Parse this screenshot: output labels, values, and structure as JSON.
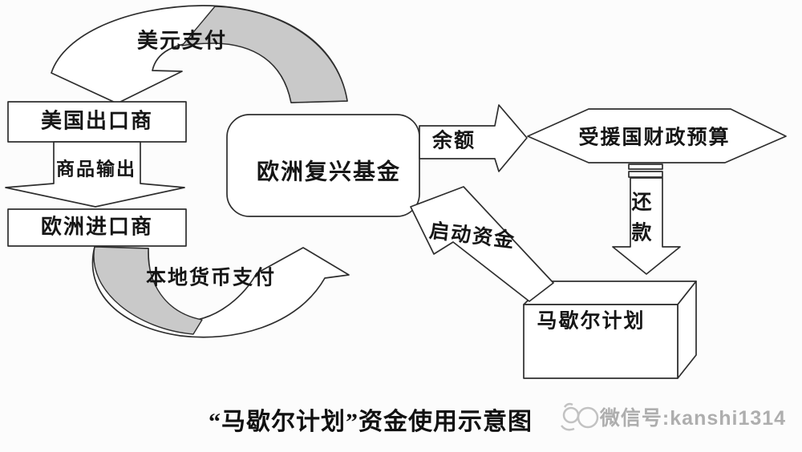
{
  "diagram": {
    "title": "“马歇尔计划”资金使用示意图",
    "watermark": {
      "label": "微信号:kanshi1314"
    },
    "nodes": {
      "us_exporter": {
        "label": "美国出口商"
      },
      "eu_importer": {
        "label": "欧洲进口商"
      },
      "recovery_fund": {
        "label": "欧洲复兴基金"
      },
      "recipient_budget": {
        "label": "受援国财政预算"
      },
      "marshall_plan": {
        "label": "马歇尔计划"
      }
    },
    "flows": {
      "dollar_payment": {
        "label": "美元支付",
        "from": "recovery_fund",
        "to": "us_exporter"
      },
      "goods_export": {
        "label": "商品输出",
        "from": "us_exporter",
        "to": "eu_importer"
      },
      "local_currency_payment": {
        "label": "本地货币支付",
        "from": "eu_importer",
        "to": "recovery_fund"
      },
      "balance": {
        "label": "余额",
        "from": "recovery_fund",
        "to": "recipient_budget"
      },
      "repayment": {
        "label": "还款",
        "from": "recipient_budget",
        "to": "marshall_plan"
      },
      "startup_fund": {
        "label": "启动资金",
        "from": "marshall_plan",
        "to": "recovery_fund"
      }
    },
    "colors": {
      "line": "#2e2e2e",
      "band_fill": "#ffffff",
      "band_shade": "#c9c9c9",
      "text": "#161616",
      "watermark": "#aeaeae",
      "background": "#fcfcfc"
    }
  }
}
